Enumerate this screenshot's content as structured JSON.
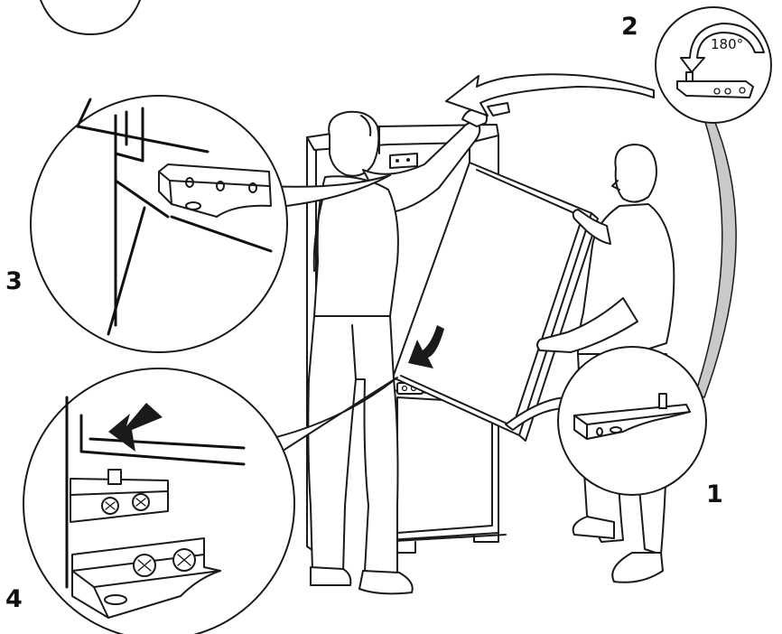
{
  "steps": [
    {
      "number": "1"
    },
    {
      "number": "2",
      "rotation_label": "180°"
    },
    {
      "number": "3"
    },
    {
      "number": "4"
    }
  ],
  "colors": {
    "line": "#1a1a1a",
    "guide_band": "#c9c9c9",
    "background": "#ffffff"
  },
  "icons": [
    "curved-arrow-icon",
    "down-arrow-icon",
    "rotate-arrow-icon",
    "screw-icon"
  ]
}
